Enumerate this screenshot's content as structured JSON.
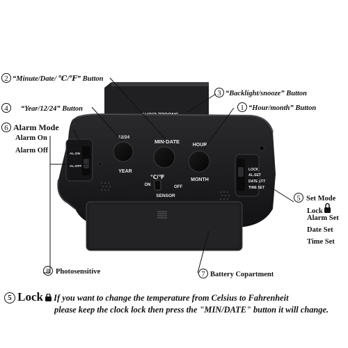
{
  "callouts": {
    "c2": {
      "num": "2",
      "label": "“Minute/Date/ ℃/℉” Button"
    },
    "c3": {
      "num": "3",
      "label": "“Backlight/snooze” Button"
    },
    "c4": {
      "num": "4",
      "label": "“Year/12/24” Button"
    },
    "c1": {
      "num": "1",
      "label": "“Hour/month” Button"
    },
    "c6": {
      "num": "6",
      "label": "Alarm Mode"
    },
    "alarm_on": "Alarm On",
    "alarm_off": "Alarm Off",
    "c5": {
      "num": "5",
      "label": "Set Mode"
    },
    "lock": "Lock",
    "alarm_set": "Alarm Set",
    "date_set": "Date Set",
    "time_set": "Time Set",
    "c8": {
      "num": "8",
      "label": "Photosensitive"
    },
    "c7": {
      "num": "7",
      "label": "Battery Copartment"
    }
  },
  "panel": {
    "year_top": "12/24",
    "year": "YEAR",
    "min_date": "MIN·DATE",
    "hour": "HOUR",
    "month": "MONTH",
    "temp": "℃/℉",
    "on": "ON",
    "sensor": "SENSOR",
    "off": "OFF",
    "al_on": "AL.ON",
    "al_off": "AL.OFF",
    "lock": "LOCK",
    "al_set": "AL.SET",
    "date_set": "DATE SET",
    "time_set": "TIME SET",
    "snooze": "SNOOZE LIGHT"
  },
  "note": {
    "num": "5",
    "title": "Lock",
    "line1": "If you want to change the temperature from Celsius to Fahrenheit",
    "line2": "please keep the clock lock then press the \"MIN/DATE\" button it will change."
  },
  "colors": {
    "body": "#1c1c1e",
    "text_dark": "#111111",
    "panel_text": "#e8e8e8"
  }
}
